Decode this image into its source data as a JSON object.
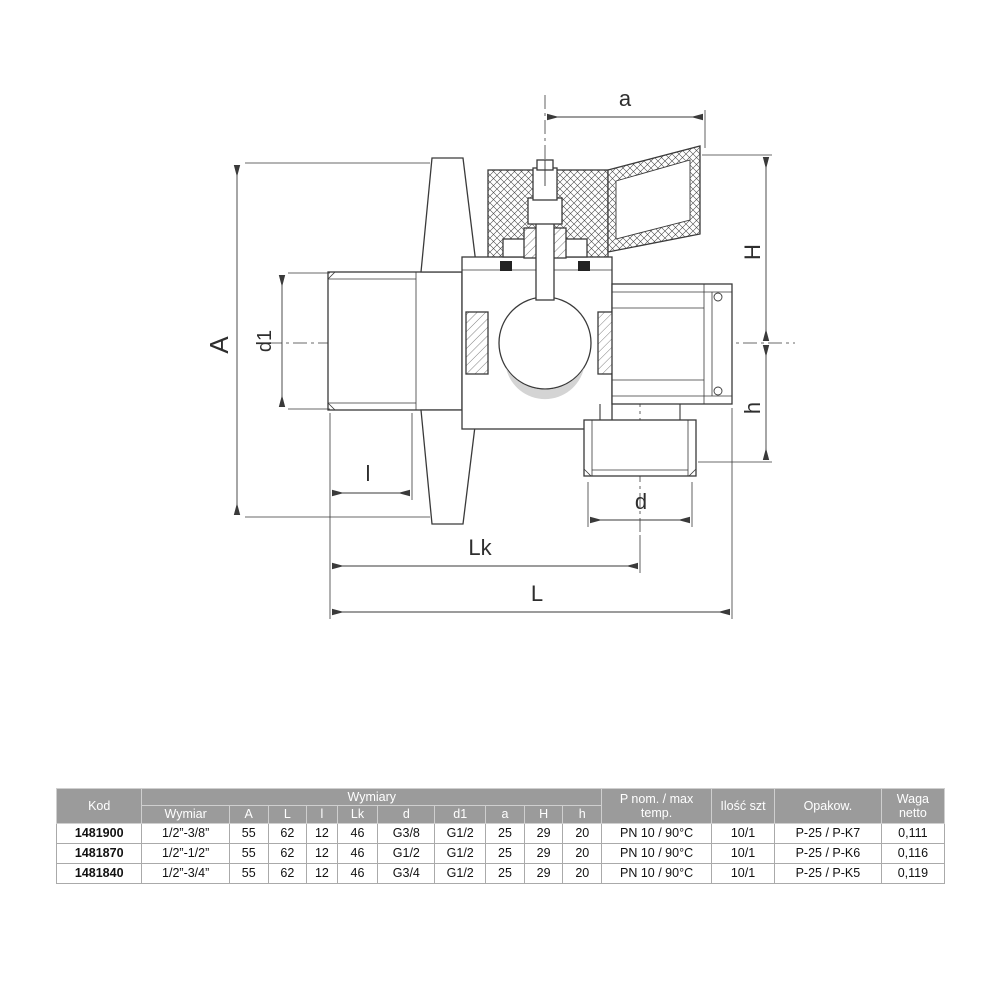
{
  "diagram": {
    "labels": {
      "a": "a",
      "H": "H",
      "h": "h",
      "A": "A",
      "d1": "d1",
      "l": "l",
      "d": "d",
      "Lk": "Lk",
      "L": "L"
    }
  },
  "table": {
    "header": {
      "kod": "Kod",
      "wymiary": "Wymiary",
      "sub": [
        "Wymiar",
        "A",
        "L",
        "l",
        "Lk",
        "d",
        "d1",
        "a",
        "H",
        "h"
      ],
      "pnom": "P nom. / max temp.",
      "ilosc": "Ilość szt",
      "opakow": "Opakow.",
      "waga": "Waga netto"
    },
    "rows": [
      [
        "1481900",
        "1/2”-3/8”",
        "55",
        "62",
        "12",
        "46",
        "G3/8",
        "G1/2",
        "25",
        "29",
        "20",
        "PN 10 / 90°C",
        "10/1",
        "P-25 / P-K7",
        "0,111"
      ],
      [
        "1481870",
        "1/2”-1/2”",
        "55",
        "62",
        "12",
        "46",
        "G1/2",
        "G1/2",
        "25",
        "29",
        "20",
        "PN 10 / 90°C",
        "10/1",
        "P-25 / P-K6",
        "0,116"
      ],
      [
        "1481840",
        "1/2”-3/4”",
        "55",
        "62",
        "12",
        "46",
        "G3/4",
        "G1/2",
        "25",
        "29",
        "20",
        "PN 10 / 90°C",
        "10/1",
        "P-25 / P-K5",
        "0,119"
      ]
    ]
  }
}
